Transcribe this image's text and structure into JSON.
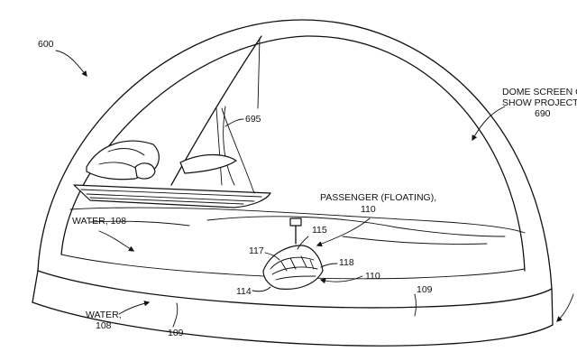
{
  "figure": {
    "labels": {
      "ref_600": "600",
      "dome_screen": "DOME SCREEN OR",
      "show_projection": "SHOW PROJECTION",
      "ref_690": "690",
      "ref_695": "695",
      "passenger_floating": "PASSENGER (FLOATING),",
      "ref_110_passenger": "110",
      "water_108_inner": "WATER, 108",
      "ref_115": "115",
      "ref_117": "117",
      "ref_118": "118",
      "ref_110_boat": "110",
      "ref_114": "114",
      "ref_109_right": "109",
      "water_outer": "WATER,",
      "ref_108_outer": "108",
      "ref_109_left": "109"
    }
  }
}
